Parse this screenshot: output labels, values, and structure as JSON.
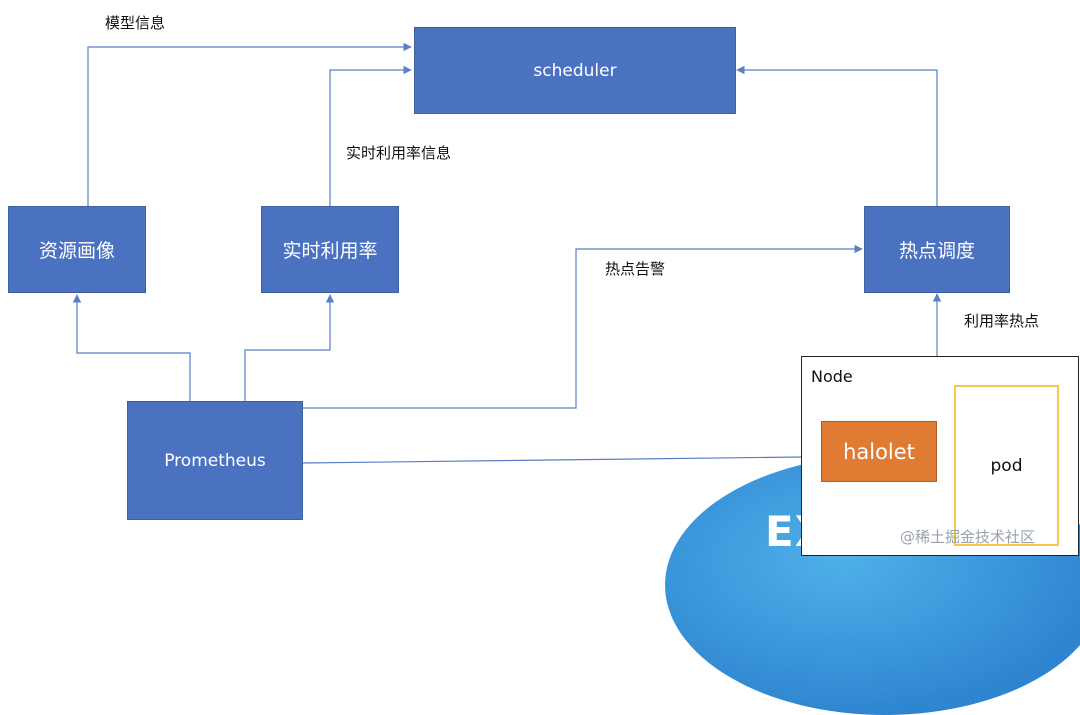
{
  "nodes": {
    "scheduler": "scheduler",
    "resource_profile": "资源画像",
    "realtime_utilization": "实时利用率",
    "hotspot_scheduling": "热点调度",
    "prometheus": "Prometheus"
  },
  "edge_labels": {
    "model_info": "模型信息",
    "realtime_utilization_info": "实时利用率信息",
    "hotspot_alert": "热点告警",
    "utilization_hotspot": "利用率热点"
  },
  "node_panel": {
    "title": "Node",
    "halolet": "halolet",
    "pod": "pod"
  },
  "background_badge_text": "EX",
  "watermark": "@稀土掘金技术社区",
  "colors": {
    "box_fill": "#4a72c0",
    "line": "#5b7fc7",
    "halolet_fill": "#e07b34",
    "pod_border": "#f2c94c"
  }
}
